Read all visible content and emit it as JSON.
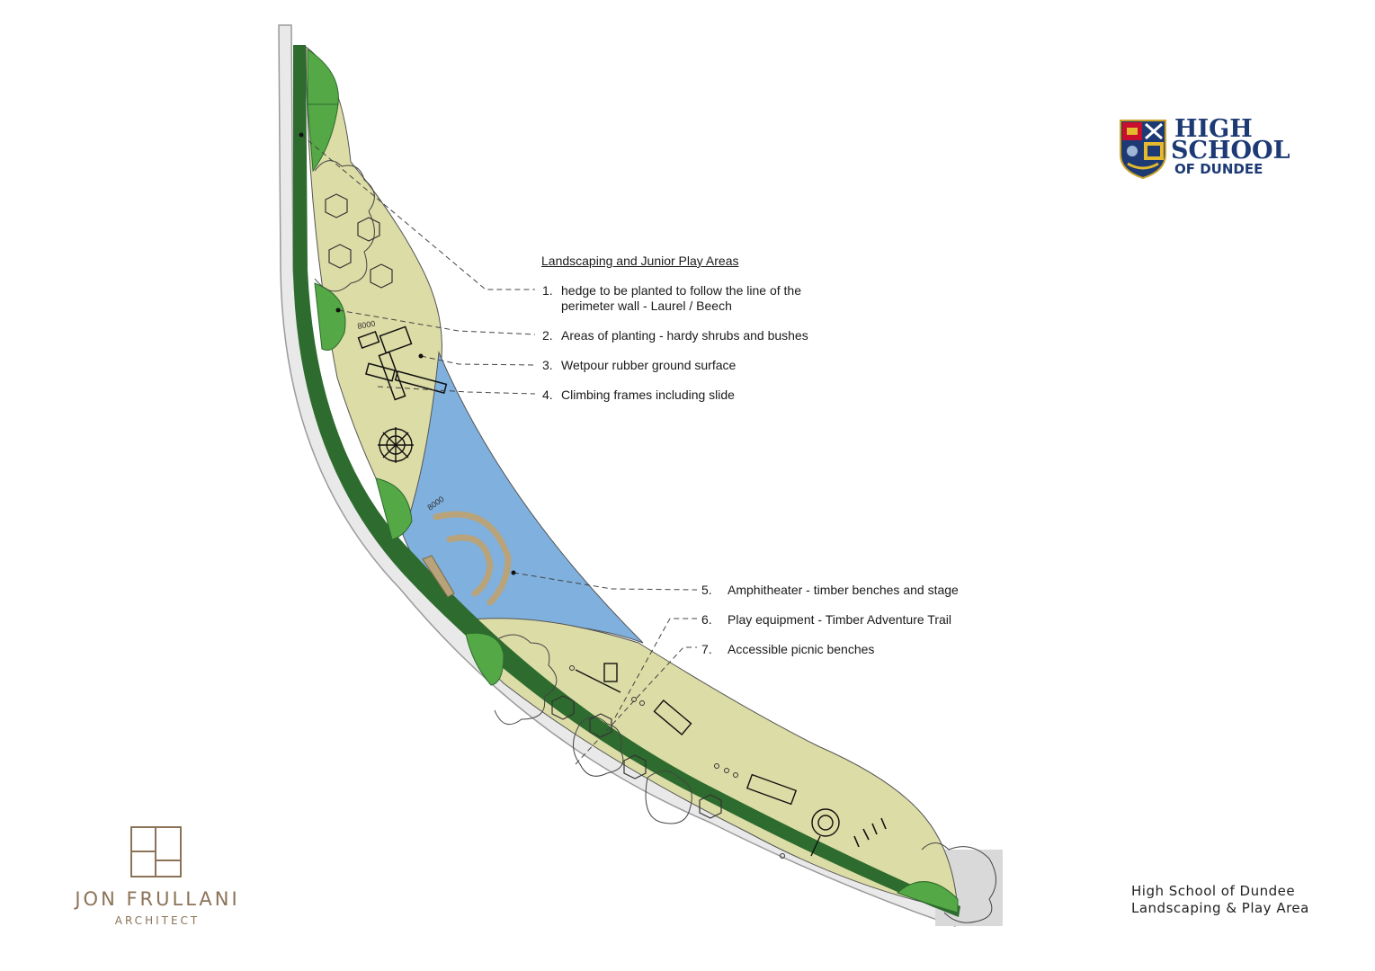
{
  "legend": {
    "title": "Landscaping and Junior Play Areas",
    "items": [
      {
        "num": "1.",
        "lines": [
          "hedge to be planted to follow the line of the",
          "perimeter wall - Laurel / Beech"
        ]
      },
      {
        "num": "2.",
        "lines": [
          "Areas of planting  - hardy shrubs and bushes"
        ]
      },
      {
        "num": "3.",
        "lines": [
          "Wetpour rubber ground surface"
        ]
      },
      {
        "num": "4.",
        "lines": [
          "Climbing frames including slide"
        ]
      },
      {
        "num": "5.",
        "lines": [
          "Amphitheater - timber benches and stage"
        ]
      },
      {
        "num": "6.",
        "lines": [
          "Play equipment - Timber Adventure Trail"
        ]
      },
      {
        "num": "7.",
        "lines": [
          "Accessible picnic benches"
        ]
      }
    ]
  },
  "dimensions": {
    "dim_a": "8000",
    "dim_b": "8000"
  },
  "school_logo": {
    "line1": "HIGH",
    "line2": "SCHOOL",
    "line3": "OF DUNDEE",
    "icon": "school-crest-icon"
  },
  "architect_logo": {
    "name": "JON FRULLANI",
    "subtitle": "ARCHITECT",
    "icon": "architect-monogram-icon"
  },
  "caption": {
    "line1": "High School of Dundee",
    "line2": "Landscaping & Play Area"
  },
  "colors": {
    "hedge": "#2e6b2e",
    "planting": "#dcdca6",
    "wetpour": "#7fb0de",
    "trees": "#54a845",
    "timber": "#b8a37a",
    "school_blue": "#1d3a74",
    "architect_brown": "#8c7358"
  }
}
